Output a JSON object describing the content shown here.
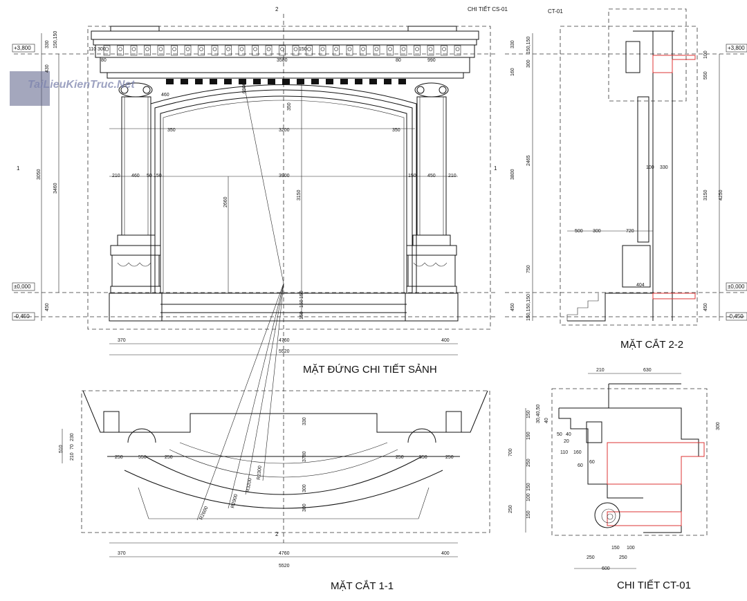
{
  "titles": {
    "elevation": "MẶT ĐỨNG CHI TIẾT SẢNH",
    "section22": "MẶT CẮT 2-2",
    "section11": "MẶT CẮT 1-1",
    "detail": "CHI TIẾT CT-01"
  },
  "callouts": {
    "detail_cs": "CHI TIẾT CS-01",
    "detail_ct": "CT-01",
    "sec2_mark": "2",
    "sec1_mark": "1"
  },
  "watermark": "TaiLieuKienTruc.Net",
  "levels": {
    "plus3800": "+3,800",
    "zero": "±0,000",
    "minus450": "-0,450"
  },
  "elev_dims": {
    "left_vertical": [
      "330",
      "430",
      "3050",
      "3460",
      "450",
      "150,150"
    ],
    "cornice_row": [
      "110",
      "300",
      "80",
      "3580",
      "80",
      "990",
      "150"
    ],
    "arch": [
      "350",
      "3200",
      "350",
      "460"
    ],
    "mid_row": [
      "210",
      "460",
      "50",
      "150",
      "3900",
      "150",
      "450",
      "210"
    ],
    "inner_vertical": [
      "2660",
      "3150",
      "350",
      "6900"
    ],
    "bottom_row": [
      "370",
      "4760",
      "400"
    ],
    "overall": "5520",
    "right_small": [
      "150",
      "150",
      "150"
    ]
  },
  "sec22_dims": {
    "left_vertical": [
      "330",
      "150,150",
      "300",
      "160",
      "2465",
      "3800",
      "750",
      "450",
      "150,150,150"
    ],
    "right_vertical": [
      "100",
      "550",
      "3150",
      "4250",
      "450"
    ],
    "horizontal": [
      "500",
      "300",
      "720",
      "100",
      "330",
      "404"
    ]
  },
  "sec11_dims": {
    "left_vertical": [
      "510",
      "210",
      "70",
      "230"
    ],
    "row": [
      "250",
      "550",
      "250",
      "250",
      "550",
      "250"
    ],
    "center_vertical": [
      "330",
      "3780",
      "300",
      "300"
    ],
    "radii": [
      "R3200",
      "R2900",
      "R2600",
      "R2300"
    ],
    "bottom_row": [
      "370",
      "4760",
      "400"
    ],
    "overall": "5520"
  },
  "detail_dims": {
    "top": [
      "210",
      "630"
    ],
    "left_vertical": [
      "700",
      "150",
      "30,40,50",
      "40",
      "190",
      "250",
      "150",
      "100",
      "150",
      "250"
    ],
    "inner": [
      "50",
      "40",
      "20",
      "110",
      "160",
      "60",
      "60"
    ],
    "right_vertical": [
      "300"
    ],
    "bottom": [
      "150",
      "100",
      "250",
      "250",
      "600"
    ]
  }
}
